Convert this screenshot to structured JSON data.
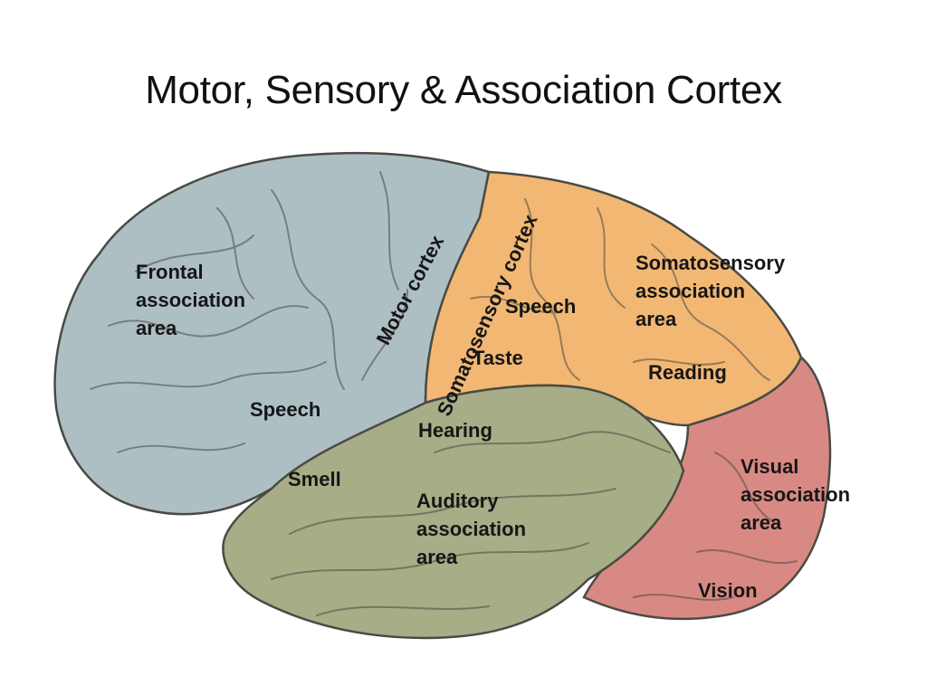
{
  "title": "Motor, Sensory & Association Cortex",
  "colors": {
    "frontal": "#aebfc4",
    "sensory": "#f2b873",
    "temporal": "#a7ad86",
    "occipital": "#d98984",
    "outline": "#4a4a44",
    "label": "#161616"
  },
  "labels": {
    "frontal_association": [
      "Frontal",
      "association",
      "area"
    ],
    "motor_cortex": "Motor cortex",
    "somatosensory_cortex": "Somatosensory cortex",
    "somatosensory_association": [
      "Somatosensory",
      "association",
      "area"
    ],
    "speech_upper": "Speech",
    "taste": "Taste",
    "reading": "Reading",
    "speech_frontal": "Speech",
    "hearing": "Hearing",
    "smell": "Smell",
    "auditory_association": [
      "Auditory",
      "association",
      "area"
    ],
    "visual_association": [
      "Visual",
      "association",
      "area"
    ],
    "vision": "Vision"
  }
}
